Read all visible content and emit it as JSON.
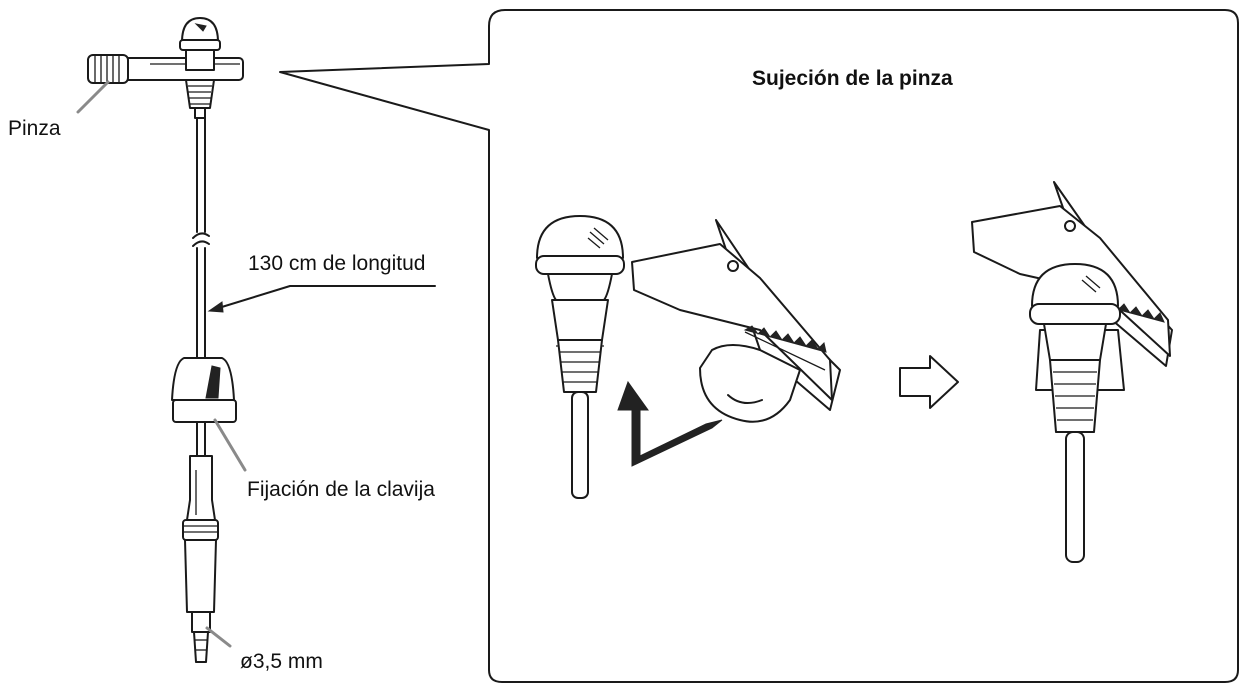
{
  "labels": {
    "clip": "Pinza",
    "length": "130 cm de longitud",
    "plug_fixture": "Fijación de la clavija",
    "plug_size": "ø3,5 mm"
  },
  "inset": {
    "title": "Sujeción de la pinza"
  },
  "colors": {
    "line": "#1a1a1a",
    "leader": "#8a8a8a",
    "background": "#ffffff"
  }
}
